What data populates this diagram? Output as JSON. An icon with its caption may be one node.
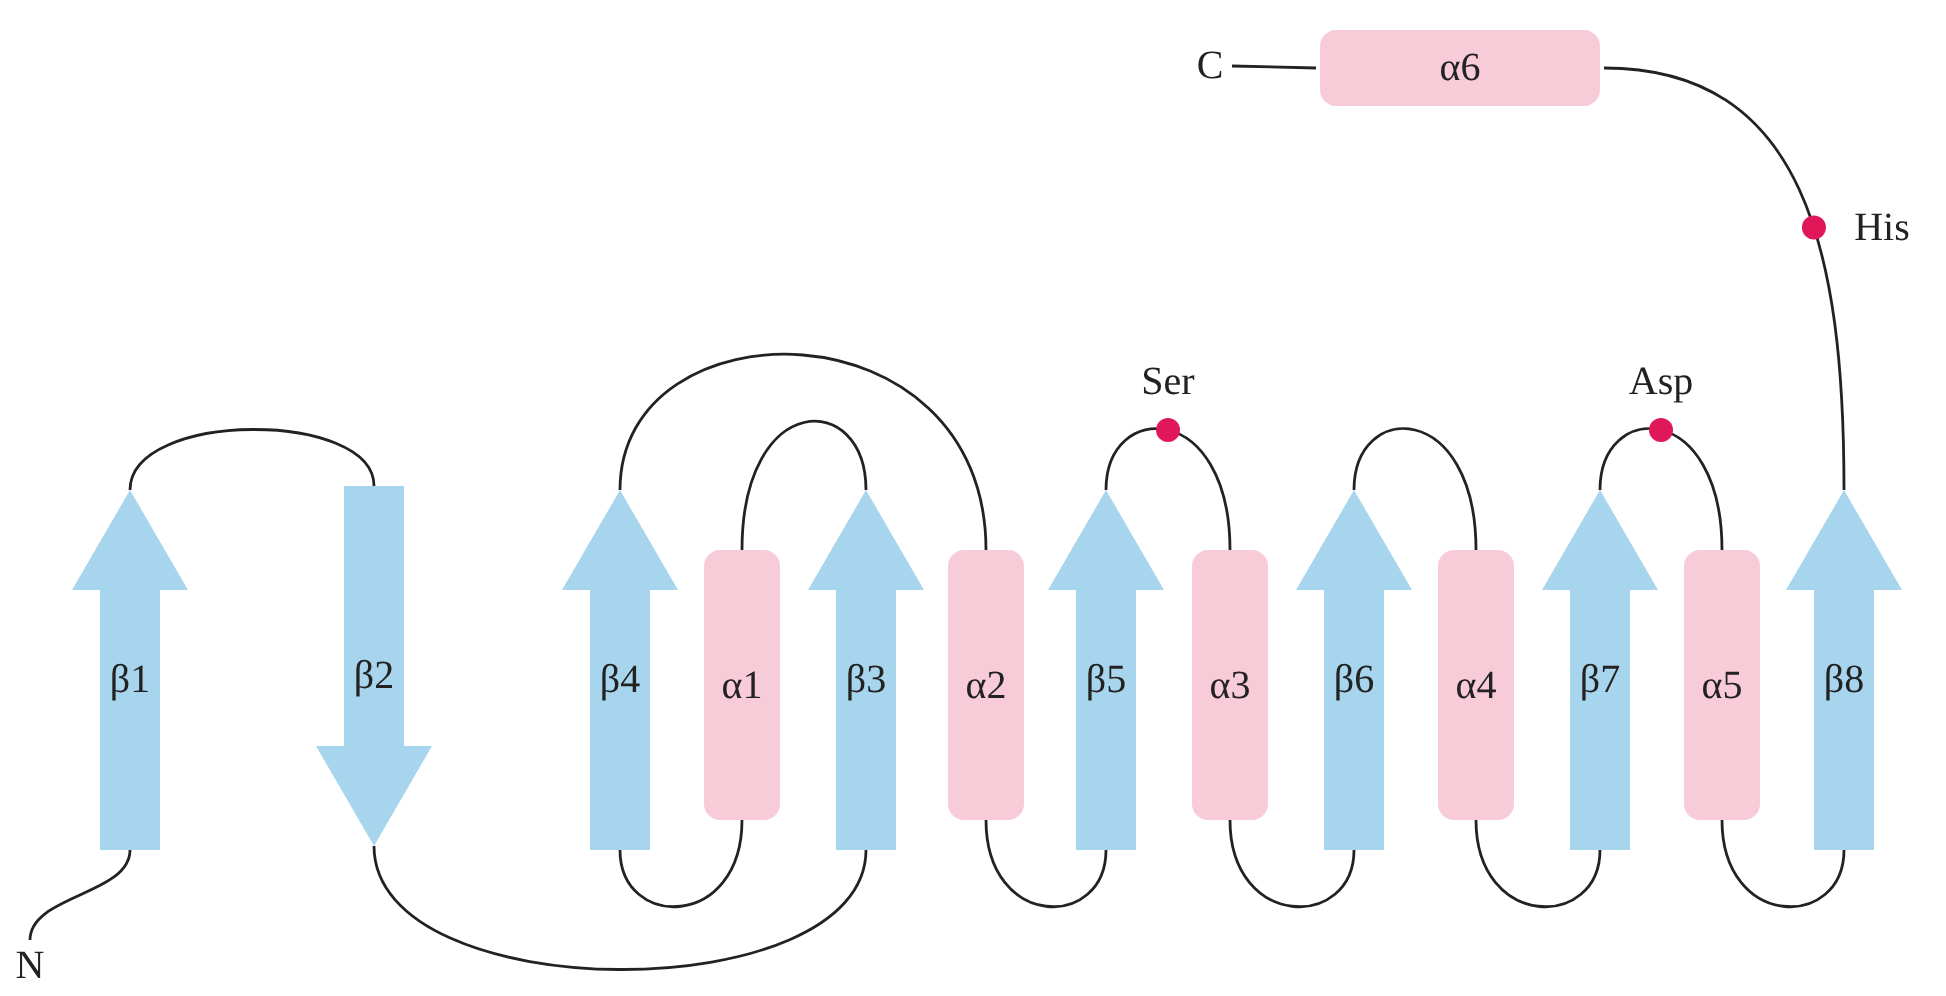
{
  "diagram": {
    "nodes": [
      {
        "text": [
          "C"
        ]
      },
      {
        "text": [
          "α6"
        ]
      },
      {
        "text": [
          "β1"
        ]
      },
      {
        "text": [
          "β2"
        ]
      },
      {
        "text": [
          "β4"
        ]
      },
      {
        "text": [
          "α1"
        ]
      },
      {
        "text": [
          "β3"
        ]
      },
      {
        "text": [
          "α2"
        ]
      },
      {
        "text": [
          "β5"
        ]
      },
      {
        "text": [
          "α3"
        ]
      },
      {
        "text": [
          "β6"
        ]
      },
      {
        "text": [
          "α4"
        ]
      },
      {
        "text": [
          "β7"
        ]
      },
      {
        "text": [
          "α5"
        ]
      },
      {
        "text": [
          "β8"
        ]
      },
      {
        "text": [
          "N"
        ]
      }
    ],
    "edges": [
      {
        "from": 15,
        "to": 2,
        "arrow": "none"
      },
      {
        "from": 2,
        "to": 3,
        "arrow": "none"
      },
      {
        "from": 3,
        "to": 6,
        "arrow": "none"
      },
      {
        "from": 6,
        "to": 5,
        "arrow": "none"
      },
      {
        "from": 5,
        "to": 4,
        "arrow": "none"
      },
      {
        "from": 4,
        "to": 7,
        "arrow": "none"
      },
      {
        "from": 7,
        "to": 8,
        "arrow": "none"
      },
      {
        "from": 8,
        "to": 9,
        "arrow": "none"
      },
      {
        "from": 9,
        "to": 10,
        "arrow": "none"
      },
      {
        "from": 10,
        "to": 11,
        "arrow": "none"
      },
      {
        "from": 11,
        "to": 12,
        "arrow": "none"
      },
      {
        "from": 12,
        "to": 13,
        "arrow": "none"
      },
      {
        "from": 13,
        "to": 14,
        "arrow": "none"
      },
      {
        "from": 14,
        "to": 1,
        "arrow": "none"
      },
      {
        "from": 1,
        "to": 0,
        "arrow": "none"
      }
    ],
    "labels": [
      "Ser",
      "Asp",
      "His"
    ]
  }
}
